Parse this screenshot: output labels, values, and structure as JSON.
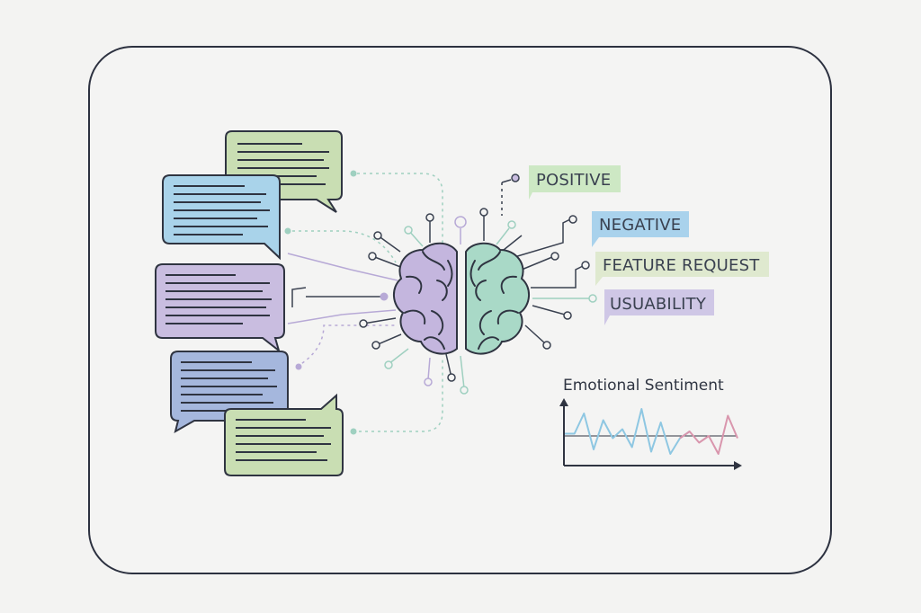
{
  "colors": {
    "outline": "#2f3441",
    "frame": "#2c3140",
    "green": "#c9deb3",
    "blue": "#a9d3ea",
    "purple": "#c9bde0",
    "indigo": "#a5b7dd",
    "brain_left": "#c4b6de",
    "brain_right": "#a9d9c7",
    "positive_tag": "#cde8c4",
    "negative_tag": "#a9d2ec",
    "feature_tag": "#dfe9cf",
    "usability_tag": "#cfc7e6",
    "line_blue": "#8ec7e2",
    "line_pink": "#d996ad",
    "circuit_teal": "#9fd0c0",
    "circuit_lavender": "#b7a9d6"
  },
  "icons": {
    "frame": "rounded-frame",
    "brain": "brain-icon",
    "bubbles": "speech-bubble-icon"
  },
  "tags": [
    {
      "label": "POSITIVE",
      "color_key": "positive_tag"
    },
    {
      "label": "NEGATIVE",
      "color_key": "negative_tag"
    },
    {
      "label": "FEATURE REQUEST",
      "color_key": "feature_tag"
    },
    {
      "label": "USUABILITY",
      "color_key": "usability_tag"
    }
  ],
  "chart_data": {
    "type": "line",
    "title": "Emotional Sentiment",
    "xlabel": "",
    "ylabel": "",
    "baseline": 0,
    "grid": false,
    "legend": "none",
    "series": [
      {
        "color_key": "line_blue",
        "x": [
          0,
          1,
          2,
          3,
          4,
          5,
          6,
          7,
          8,
          9,
          10,
          11,
          12,
          13
        ],
        "values": [
          0.1,
          0.1,
          1.0,
          -0.6,
          0.7,
          -0.1,
          0.3,
          -0.5,
          1.2,
          -0.7,
          0.6,
          -0.8,
          -0.1,
          0.2
        ]
      },
      {
        "color_key": "line_pink",
        "x": [
          12,
          13,
          14,
          15,
          16,
          17,
          18
        ],
        "values": [
          -0.1,
          0.2,
          -0.3,
          0.0,
          -0.8,
          0.9,
          -0.1
        ]
      }
    ]
  }
}
